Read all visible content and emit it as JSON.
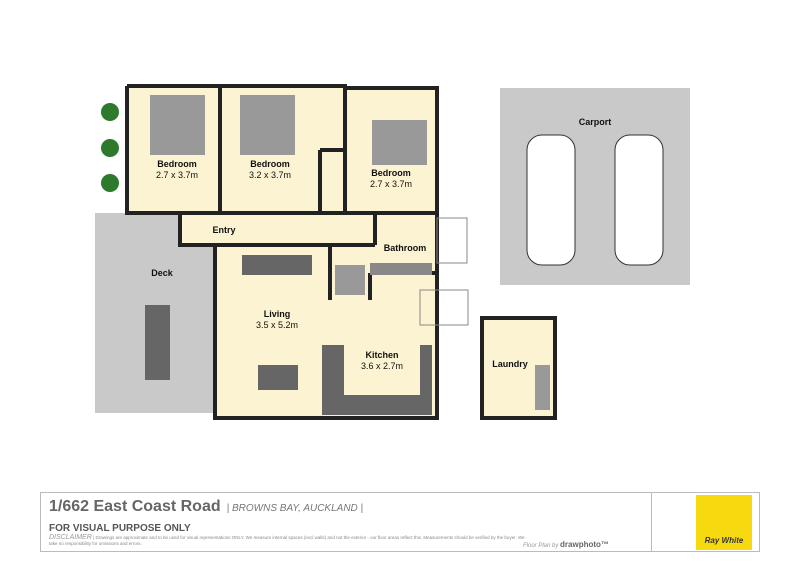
{
  "rooms": [
    {
      "name": "Bedroom",
      "size": "2.7 x 3.7m"
    },
    {
      "name": "Bedroom",
      "size": "3.2 x 3.7m"
    },
    {
      "name": "Bedroom",
      "size": "2.7 x 3.7m"
    },
    {
      "name": "Entry"
    },
    {
      "name": "Bathroom"
    },
    {
      "name": "Living",
      "size": "3.5 x 5.2m"
    },
    {
      "name": "Kitchen",
      "size": "3.6 x 2.7m"
    },
    {
      "name": "Deck"
    },
    {
      "name": "Carport"
    },
    {
      "name": "Laundry"
    }
  ],
  "footer": {
    "address": "1/662 East Coast Road",
    "suburb": "| BROWNS BAY, AUCKLAND |",
    "purpose": "FOR VISUAL PURPOSE ONLY",
    "disclaimer_label": "DISCLAIMER",
    "disclaimer": "| Drawings are approximate and to be used for visual representations ONLY. We measure internal spaces (excl walls) and not the exterior - our floor areas reflect this. Measurements should be verified by the buyer. We take no responsibility for omissions and errors.",
    "credit_prefix": "Floor Plan by",
    "credit_brand": "drawphoto™",
    "logo": "Ray White"
  },
  "colors": {
    "room_fill": "#fbf3d2",
    "outdoor": "#c9c9c9",
    "wall": "#222222",
    "logo": "#f7d90f"
  }
}
